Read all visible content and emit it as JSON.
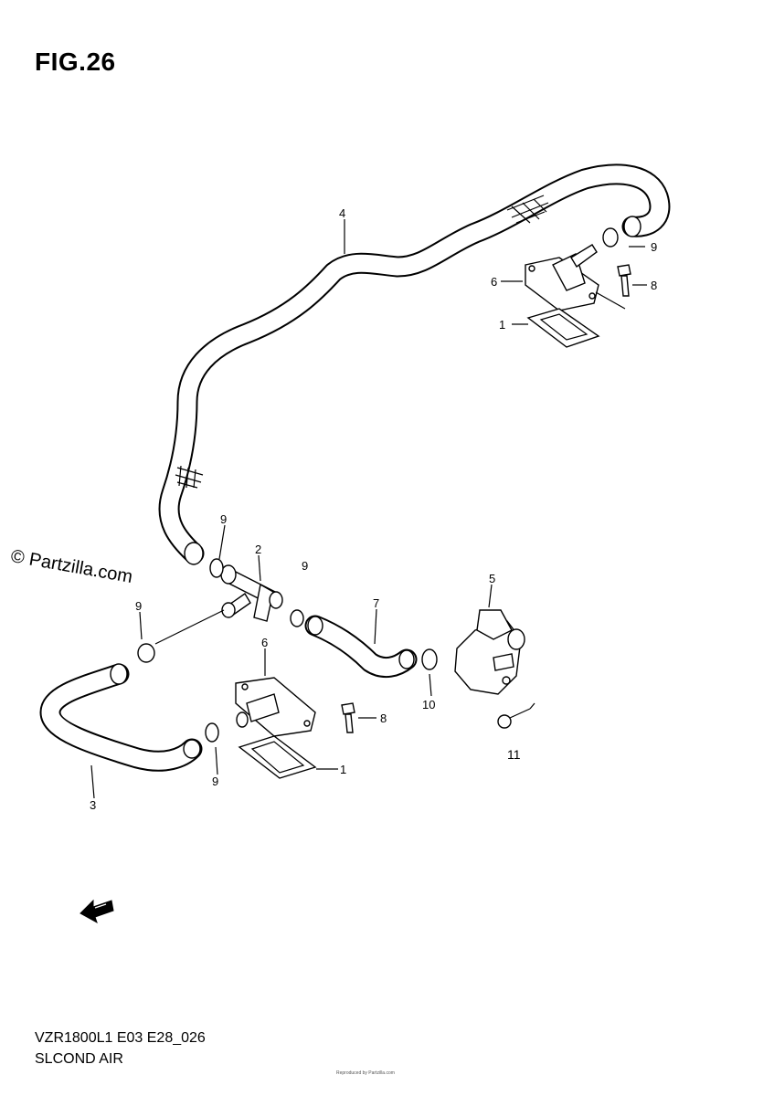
{
  "figure": {
    "title": "FIG.26",
    "watermark": "© Partzilla.com",
    "model_code": "VZR1800L1 E03 E28_026",
    "section_name": "SLCOND AIR",
    "fine_print": "Reproduced by Partzilla.com"
  },
  "callouts": {
    "c1_top": "1",
    "c1_bottom": "1",
    "c2": "2",
    "c3": "3",
    "c4": "4",
    "c5": "5",
    "c6_top": "6",
    "c6_bottom": "6",
    "c7": "7",
    "c8_top": "8",
    "c8_bottom": "8",
    "c9_top_right": "9",
    "c9_tee_upper": "9",
    "c9_tee_right": "9",
    "c9_left": "9",
    "c9_bottom": "9",
    "c10": "10",
    "c11": "11"
  },
  "icons": {
    "front_arrow": "fwd-arrow-icon"
  }
}
